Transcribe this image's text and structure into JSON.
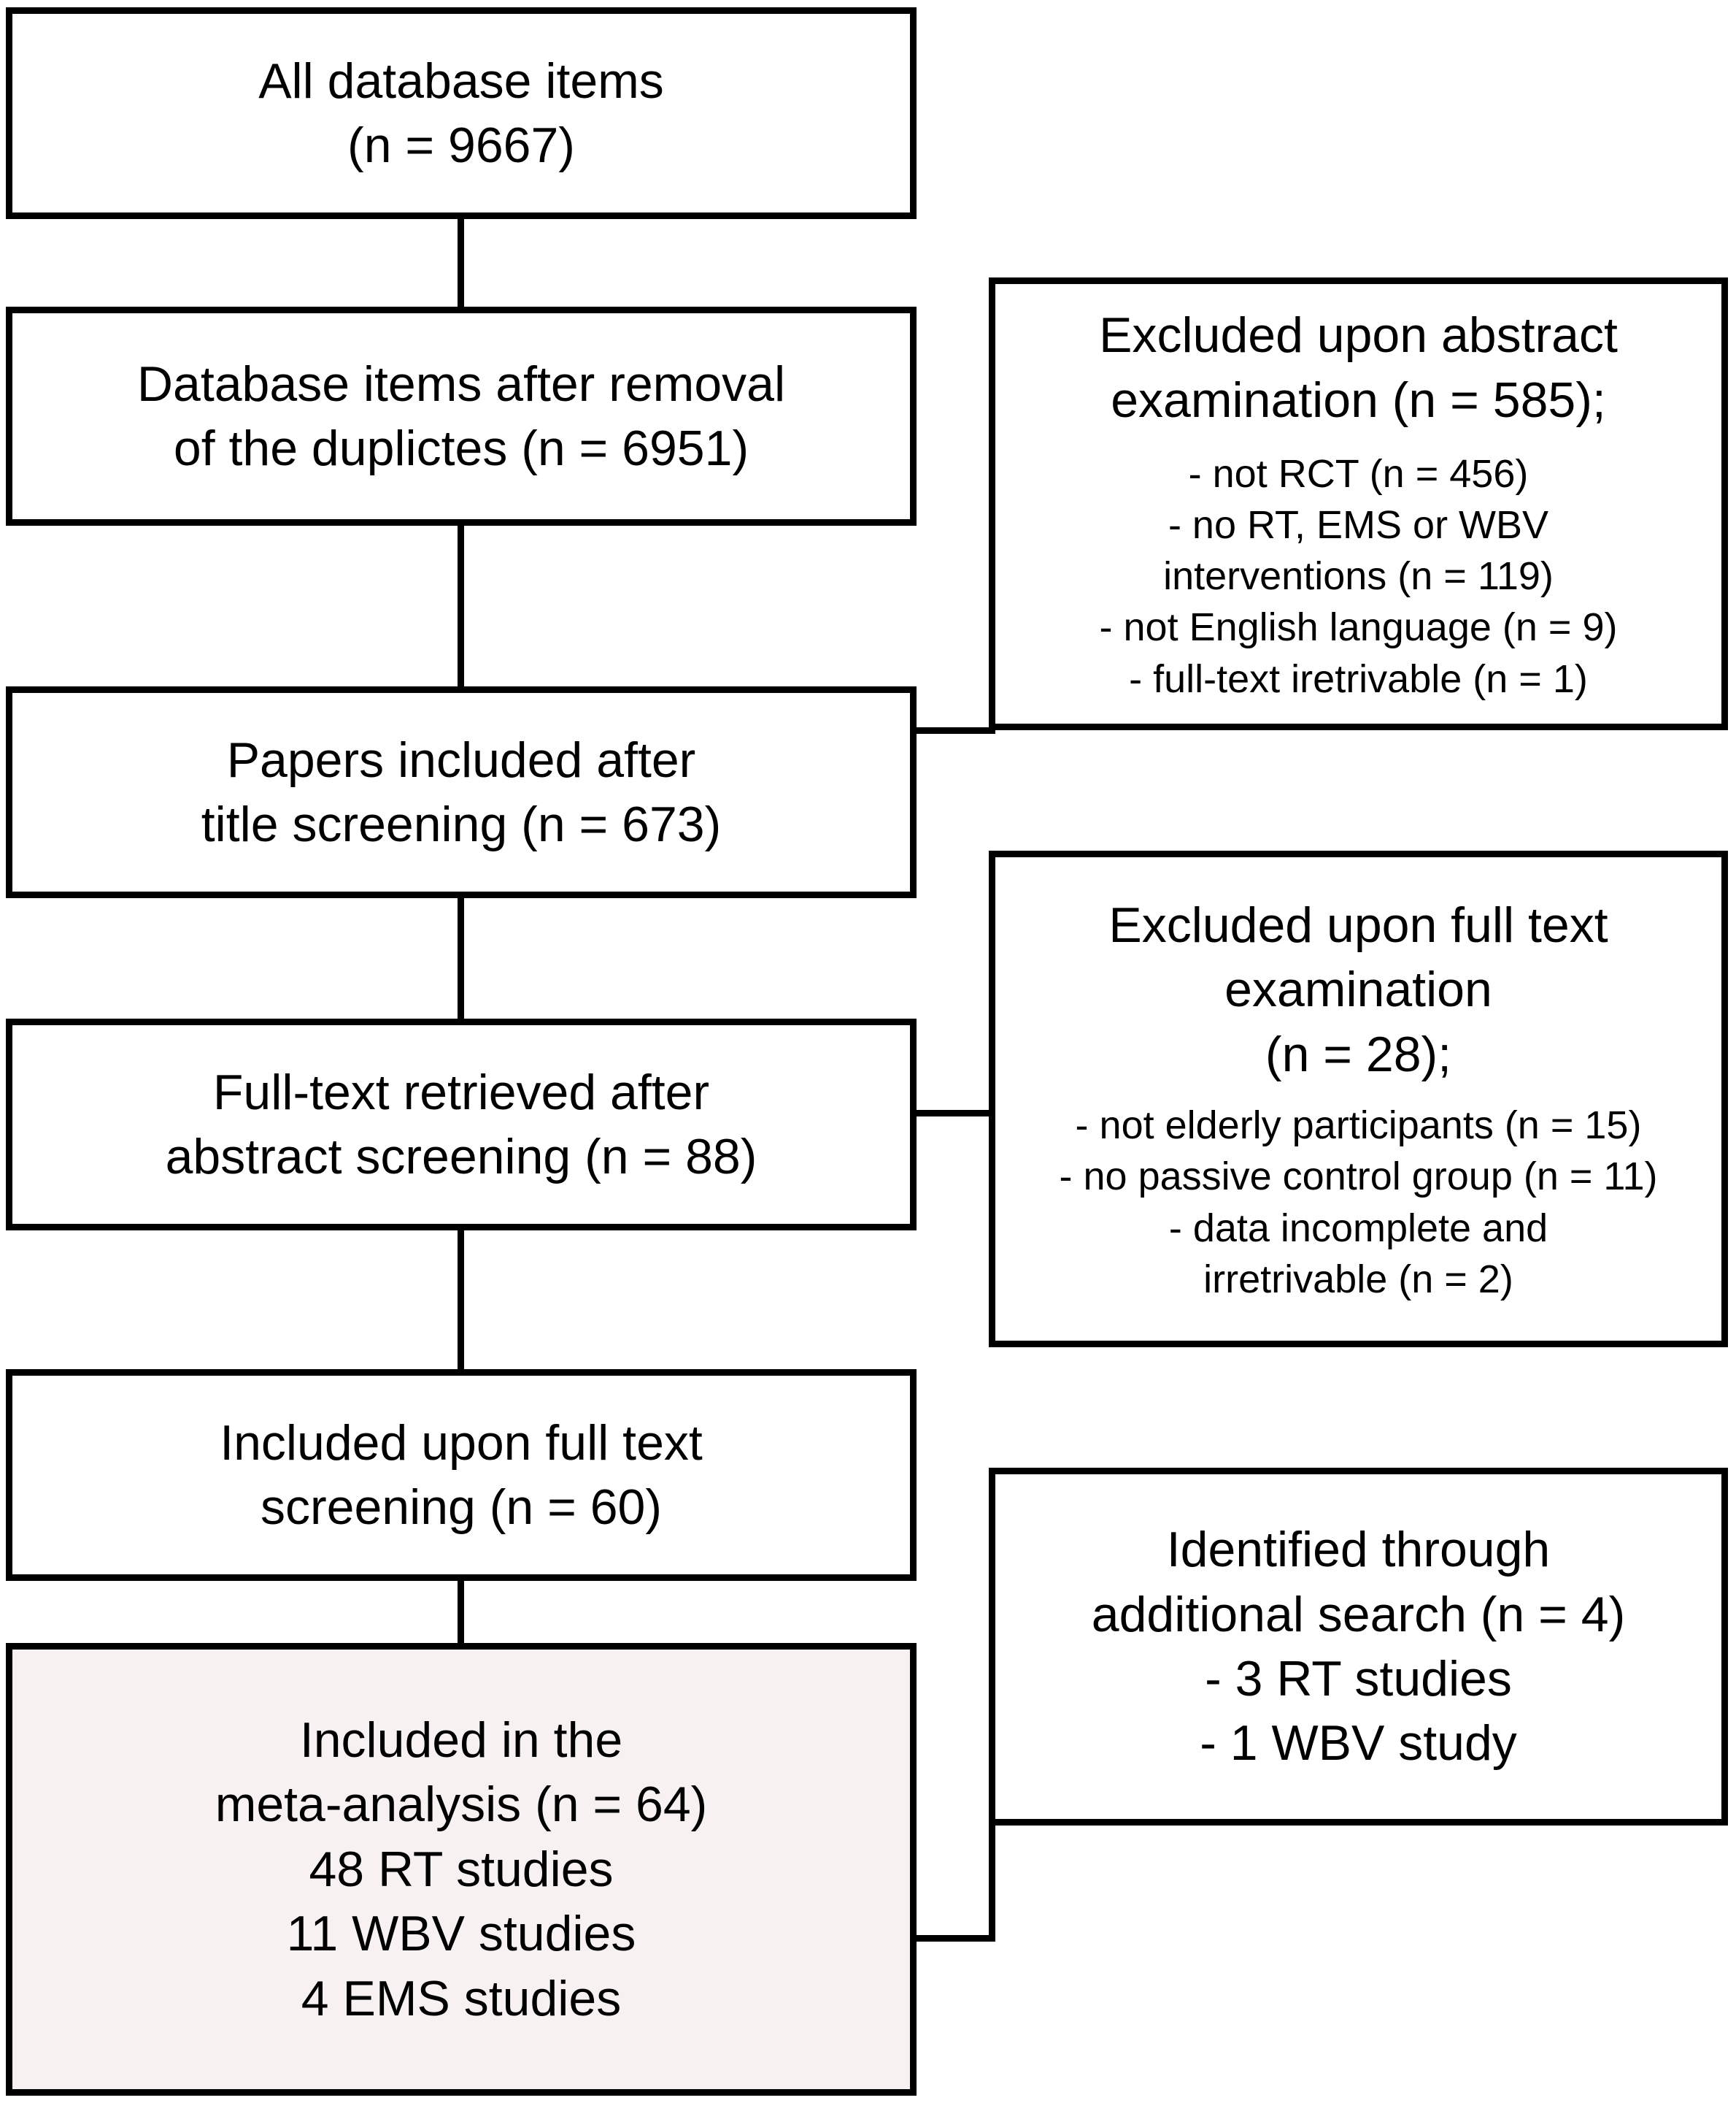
{
  "diagram": {
    "type": "prisma-flow-diagram",
    "accent_fill": "#f7f2f1",
    "stroke_color": "#000000",
    "background": "#ffffff"
  },
  "boxes": {
    "all_items": {
      "line1": "All database items",
      "line2": "(n = 9667)"
    },
    "after_duplicates": {
      "line1": "Database items after removal",
      "line2": "of the duplictes (n = 6951)"
    },
    "title_screening": {
      "line1": "Papers included after",
      "line2": "title screening (n = 673)"
    },
    "fulltext_retrieved": {
      "line1": "Full-text retrieved after",
      "line2": "abstract screening (n = 88)"
    },
    "included_fulltext": {
      "line1": "Included upon full text",
      "line2": "screening (n = 60)"
    },
    "meta_analysis": {
      "line1": "Included in the",
      "line2": "meta-analysis (n = 64)",
      "line3": "48 RT studies",
      "line4": "11 WBV studies",
      "line5": "4 EMS studies"
    },
    "excluded_abstract": {
      "header1": "Excluded upon abstract",
      "header2": "examination (n = 585);",
      "reasons": [
        "- not RCT (n = 456)",
        "- no RT, EMS or WBV",
        "interventions (n = 119)",
        "- not English language (n = 9)",
        "-   full-text iretrivable (n = 1)"
      ]
    },
    "excluded_fulltext": {
      "header1": "Excluded upon full text",
      "header2": "examination",
      "header3": "(n = 28);",
      "reasons": [
        "- not elderly participants (n = 15)",
        "- no passive control group (n = 11)",
        "- data incomplete and",
        "irretrivable (n = 2)"
      ]
    },
    "additional_search": {
      "line1": "Identified through",
      "line2": "additional search (n = 4)",
      "line3": "- 3 RT studies",
      "line4": "- 1 WBV study"
    }
  },
  "chart_data": {
    "type": "table",
    "title": "PRISMA study selection flow",
    "stages": [
      {
        "label": "All database items",
        "n": 9667
      },
      {
        "label": "Database items after removal of the duplictes",
        "n": 6951
      },
      {
        "label": "Papers included after title screening",
        "n": 673
      },
      {
        "label": "Full-text retrieved after abstract screening",
        "n": 88
      },
      {
        "label": "Included upon full text screening",
        "n": 60
      },
      {
        "label": "Included in the meta-analysis",
        "n": 64
      }
    ],
    "exclusions": [
      {
        "stage": "Excluded upon abstract examination",
        "n": 585,
        "reasons": [
          {
            "label": "not RCT",
            "n": 456
          },
          {
            "label": "no RT, EMS or WBV interventions",
            "n": 119
          },
          {
            "label": "not English language",
            "n": 9
          },
          {
            "label": "full-text iretrivable",
            "n": 1
          }
        ]
      },
      {
        "stage": "Excluded upon full text examination",
        "n": 28,
        "reasons": [
          {
            "label": "not elderly participants",
            "n": 15
          },
          {
            "label": "no passive control group",
            "n": 11
          },
          {
            "label": "data incomplete and irretrivable",
            "n": 2
          }
        ]
      }
    ],
    "additions": [
      {
        "stage": "Identified through additional search",
        "n": 4,
        "items": [
          {
            "label": "RT studies",
            "n": 3
          },
          {
            "label": "WBV study",
            "n": 1
          }
        ]
      }
    ],
    "final_composition": [
      {
        "label": "RT studies",
        "n": 48
      },
      {
        "label": "WBV studies",
        "n": 11
      },
      {
        "label": "EMS studies",
        "n": 4
      }
    ]
  }
}
